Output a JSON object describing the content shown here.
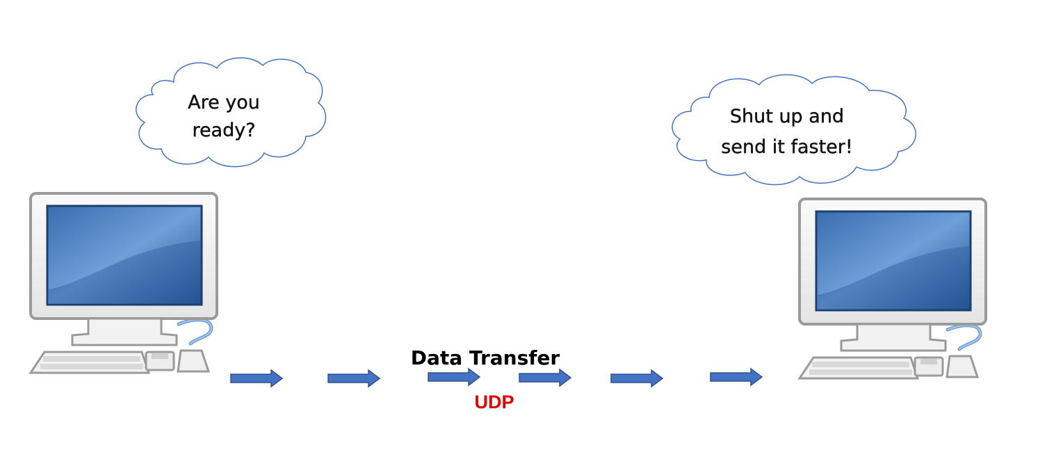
{
  "left_computer": {
    "thought": [
      "Are you",
      "ready?"
    ]
  },
  "right_computer": {
    "thought": [
      "Shut up and",
      "send it faster!"
    ]
  },
  "transfer": {
    "label": "Data Transfer",
    "protocol": "UDP",
    "arrow_count": 6
  },
  "colors": {
    "cloud_stroke": "#4472c4",
    "arrow_fill": "#4472c4",
    "arrow_stroke": "#2f528f",
    "protocol_text": "#e00000",
    "monitor_frame": "#f2f2f2",
    "monitor_border": "#9a9a9a",
    "screen_dark": "#1f4e8c",
    "screen_light": "#7aa7dc",
    "cable": "#6e9ed6"
  },
  "icons": [
    "desktop-computer-icon",
    "thought-cloud",
    "right-arrow-icon"
  ]
}
